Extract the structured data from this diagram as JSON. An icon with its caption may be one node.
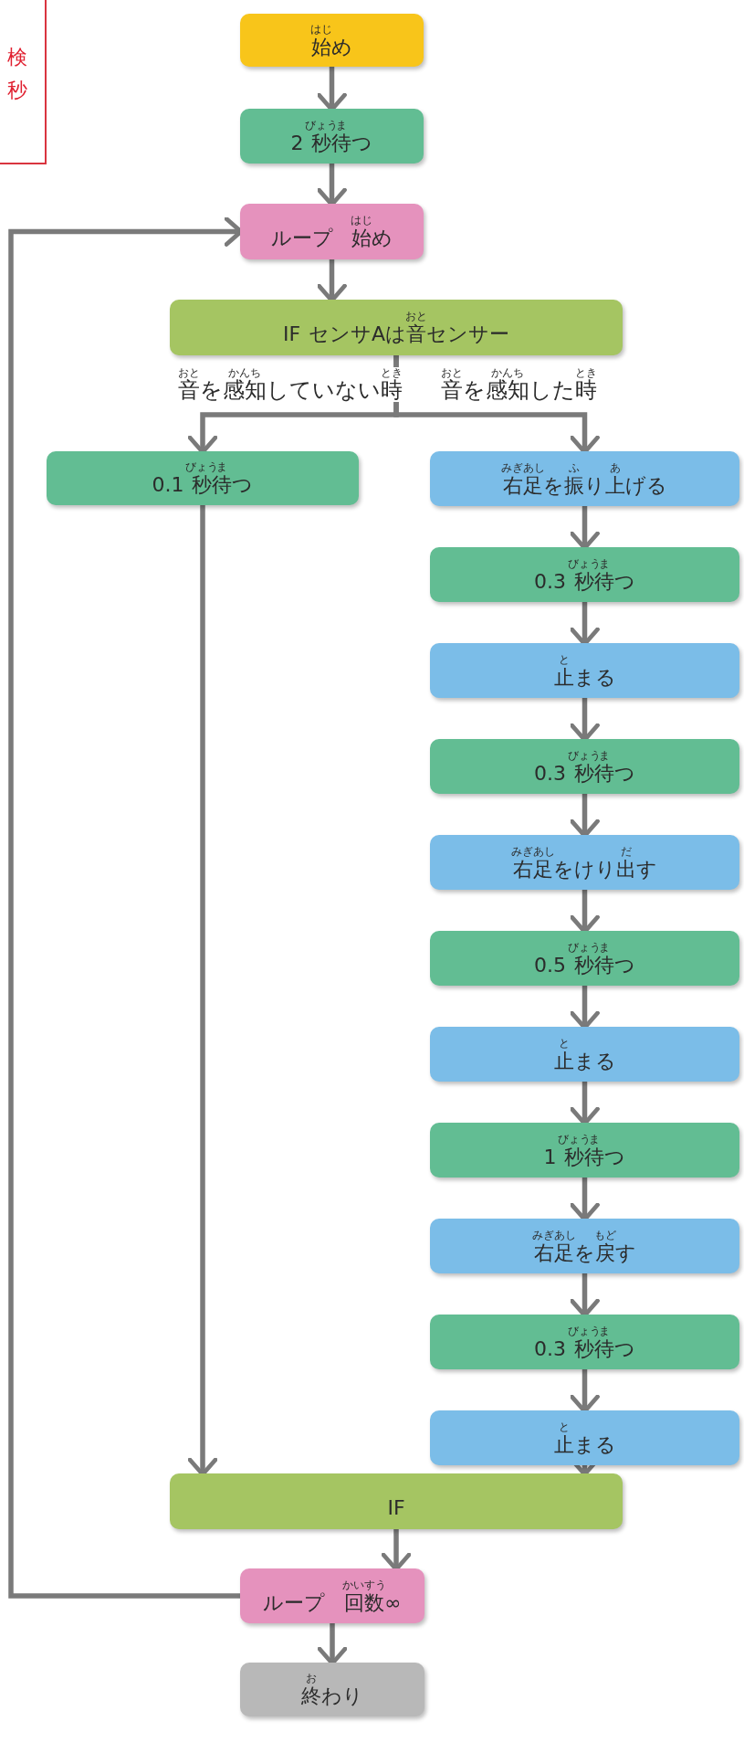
{
  "diagram": {
    "nodes": [
      {
        "text": [
          "はじ",
          "始め"
        ]
      },
      {
        "text": [
          "びょう",
          "ま",
          "2 秒待つ"
        ]
      },
      {
        "text": [
          "はじ",
          "ループ 始め"
        ]
      },
      {
        "text": [
          "おと",
          "IF センサAは音センサー"
        ]
      },
      {
        "text": [
          "びょう",
          "ま",
          "0.1 秒待つ"
        ]
      },
      {
        "text": [
          "みぎあし",
          "ふ",
          "あ",
          "右足を振り上げる"
        ]
      },
      {
        "text": [
          "びょう",
          "ま",
          "0.3 秒待つ"
        ]
      },
      {
        "text": [
          "と",
          "止まる"
        ]
      },
      {
        "text": [
          "びょう",
          "ま",
          "0.3 秒待つ"
        ]
      },
      {
        "text": [
          "みぎあし",
          "だ",
          "右足をけり出す"
        ]
      },
      {
        "text": [
          "びょう",
          "ま",
          "0.5 秒待つ"
        ]
      },
      {
        "text": [
          "と",
          "止まる"
        ]
      },
      {
        "text": [
          "びょう",
          "ま",
          "1 秒待つ"
        ]
      },
      {
        "text": [
          "みぎあし",
          "もど",
          "右足を戻す"
        ]
      },
      {
        "text": [
          "びょう",
          "ま",
          "0.3 秒待つ"
        ]
      },
      {
        "text": [
          "と",
          "止まる"
        ]
      },
      {
        "text": [
          "IF"
        ]
      },
      {
        "text": [
          "かいすう",
          "ループ 回数∞"
        ]
      },
      {
        "text": [
          "お",
          "終わり"
        ]
      }
    ],
    "edges": [
      {
        "from": 0,
        "to": 1,
        "arrow": "to"
      },
      {
        "from": 1,
        "to": 2,
        "arrow": "to"
      },
      {
        "from": 2,
        "to": 3,
        "arrow": "to"
      },
      {
        "from": 3,
        "to": 4,
        "arrow": "to",
        "label": "音を感知していない時"
      },
      {
        "from": 3,
        "to": 5,
        "arrow": "to",
        "label": "音を感知した時"
      },
      {
        "from": 5,
        "to": 6,
        "arrow": "to"
      },
      {
        "from": 6,
        "to": 7,
        "arrow": "to"
      },
      {
        "from": 7,
        "to": 8,
        "arrow": "to"
      },
      {
        "from": 8,
        "to": 9,
        "arrow": "to"
      },
      {
        "from": 9,
        "to": 10,
        "arrow": "to"
      },
      {
        "from": 10,
        "to": 11,
        "arrow": "to"
      },
      {
        "from": 11,
        "to": 12,
        "arrow": "to"
      },
      {
        "from": 12,
        "to": 13,
        "arrow": "to"
      },
      {
        "from": 13,
        "to": 14,
        "arrow": "to"
      },
      {
        "from": 14,
        "to": 15,
        "arrow": "to"
      },
      {
        "from": 4,
        "to": 16,
        "arrow": "to"
      },
      {
        "from": 15,
        "to": 16,
        "arrow": "to"
      },
      {
        "from": 16,
        "to": 17,
        "arrow": "to"
      },
      {
        "from": 17,
        "to": 18,
        "arrow": "to"
      },
      {
        "from": 17,
        "to": 2,
        "arrow": "to"
      }
    ],
    "labels": [
      "検",
      "秒",
      "おと",
      "かんち",
      "とき",
      "おと",
      "かんち",
      "とき"
    ]
  }
}
